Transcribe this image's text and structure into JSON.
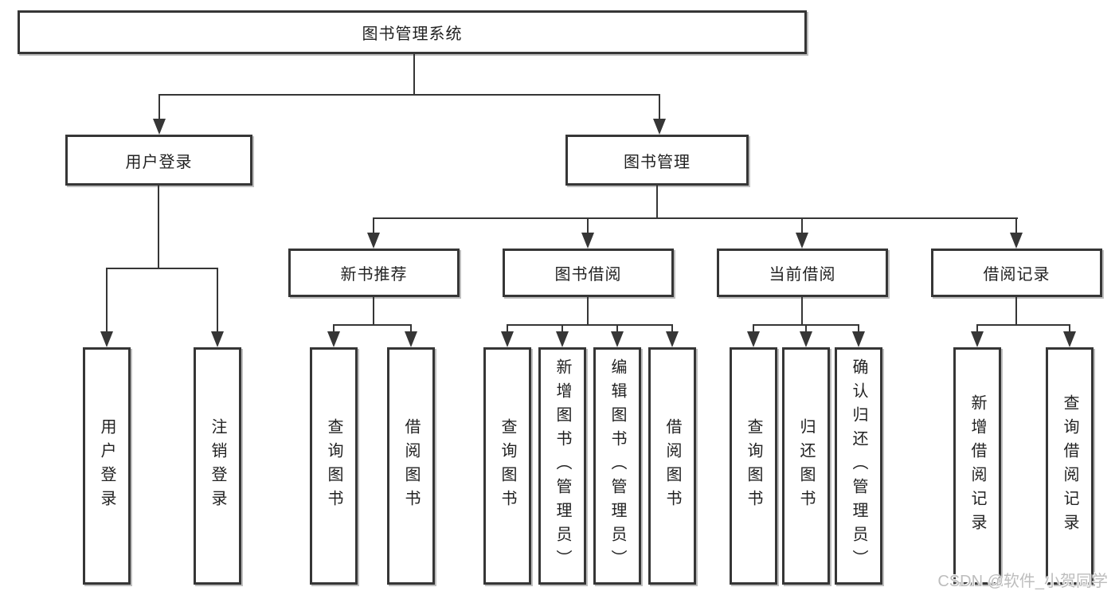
{
  "diagram": {
    "root": {
      "label": "图书管理系统"
    },
    "branches": [
      {
        "label": "用户登录",
        "children": [
          {
            "label": "用户登录"
          },
          {
            "label": "注销登录"
          }
        ]
      },
      {
        "label": "图书管理",
        "sections": [
          {
            "label": "新书推荐",
            "children": [
              {
                "label": "查询图书"
              },
              {
                "label": "借阅图书"
              }
            ]
          },
          {
            "label": "图书借阅",
            "children": [
              {
                "label": "查询图书"
              },
              {
                "label": "新增图书（管理员）"
              },
              {
                "label": "编辑图书（管理员）"
              },
              {
                "label": "借阅图书"
              }
            ]
          },
          {
            "label": "当前借阅",
            "children": [
              {
                "label": "查询图书"
              },
              {
                "label": "归还图书"
              },
              {
                "label": "确认归还（管理员）"
              }
            ]
          },
          {
            "label": "借阅记录",
            "children": [
              {
                "label": "新增借阅记录"
              },
              {
                "label": "查询借阅记录"
              }
            ]
          }
        ]
      }
    ]
  },
  "watermark": {
    "text": "CSDN @软件_小贺同学"
  },
  "colors": {
    "line": "#363636",
    "border": "#363636",
    "text": "#222222",
    "watermark": "#bdbdbd",
    "background": "#ffffff"
  }
}
